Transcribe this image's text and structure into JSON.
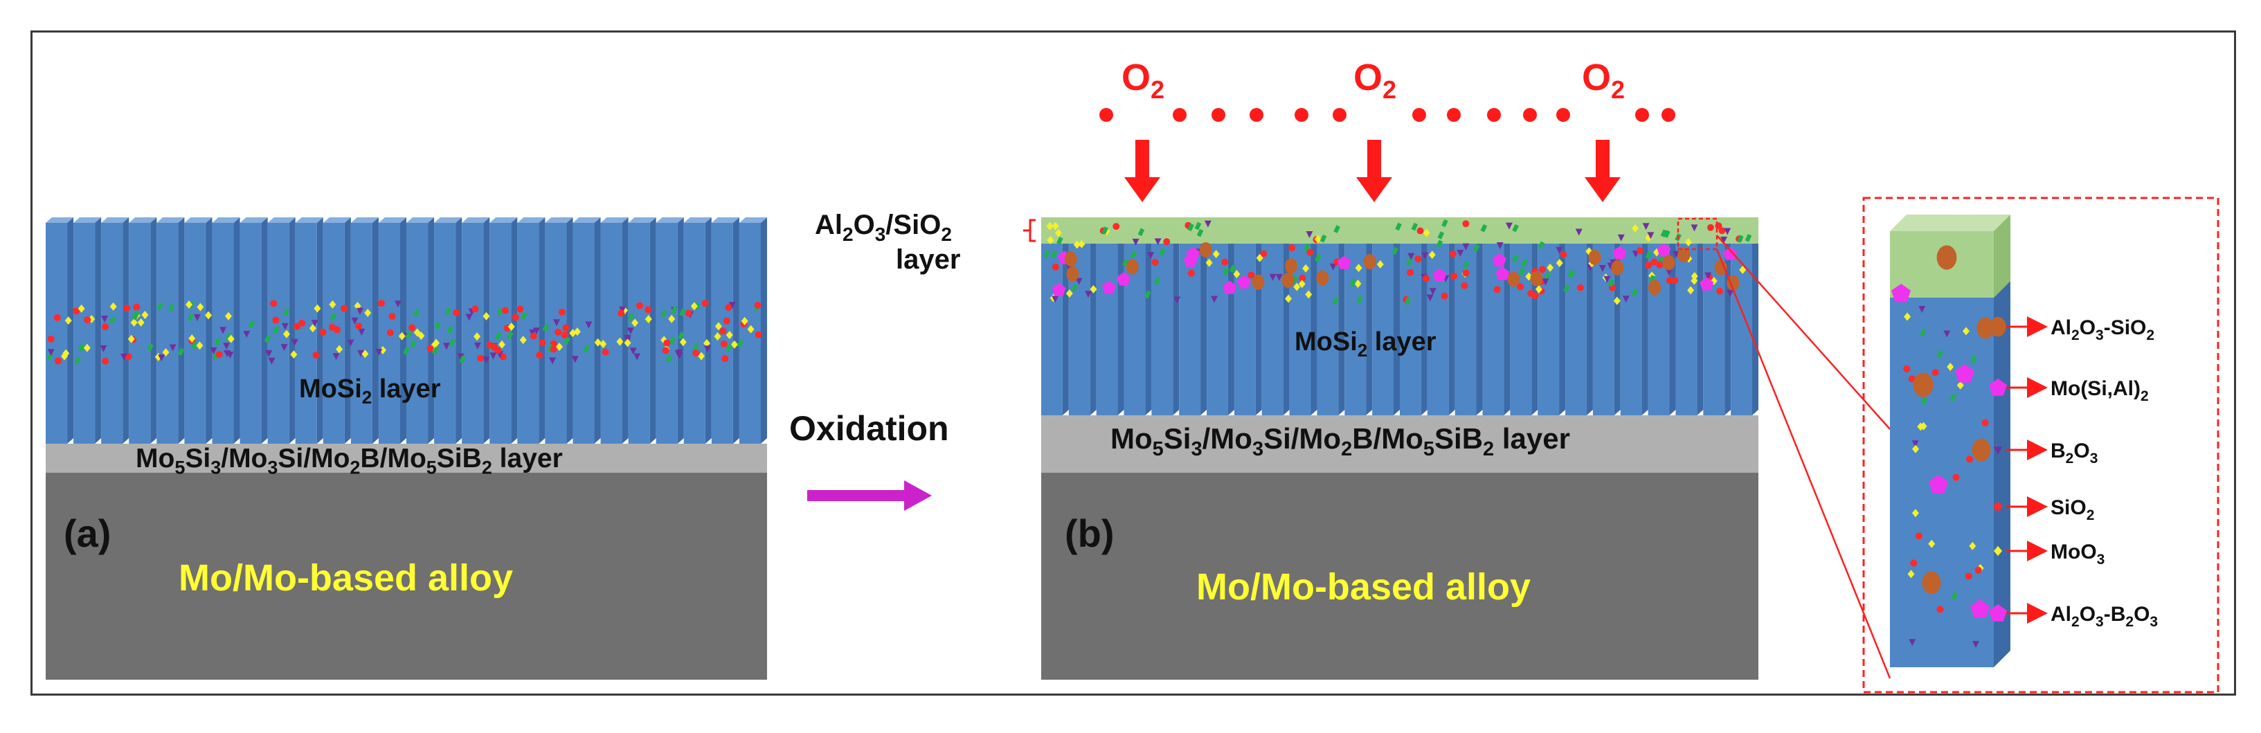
{
  "panel_a": {
    "letter": "(a)",
    "mosi2_layer": "MoSi",
    "mosi2_layer_sub": "2",
    "mosi2_layer_suffix": " layer",
    "interlayer": [
      {
        "t": "Mo",
        "s": ""
      },
      {
        "t": "5",
        "s": "sub"
      },
      {
        "t": "Si",
        "s": ""
      },
      {
        "t": "3",
        "s": "sub"
      },
      {
        "t": "/Mo",
        "s": ""
      },
      {
        "t": "3",
        "s": "sub"
      },
      {
        "t": "Si/Mo",
        "s": ""
      },
      {
        "t": "2",
        "s": "sub"
      },
      {
        "t": "B/Mo",
        "s": ""
      },
      {
        "t": "5",
        "s": "sub"
      },
      {
        "t": "SiB",
        "s": ""
      },
      {
        "t": "2",
        "s": "sub"
      },
      {
        "t": " layer",
        "s": ""
      }
    ],
    "substrate": "Mo/Mo-based alloy"
  },
  "arrow_label": "Oxidation",
  "panel_b": {
    "letter": "(b)",
    "oxygen_label": "O",
    "oxygen_sub": "2",
    "scale_layer_line1": [
      {
        "t": "Al",
        "s": ""
      },
      {
        "t": "2",
        "s": "sub"
      },
      {
        "t": "O",
        "s": ""
      },
      {
        "t": "3",
        "s": "sub"
      },
      {
        "t": "/SiO",
        "s": ""
      },
      {
        "t": "2",
        "s": "sub"
      }
    ],
    "scale_layer_line2": "layer",
    "mosi2_layer": "MoSi",
    "mosi2_layer_sub": "2",
    "mosi2_layer_suffix": " layer",
    "interlayer": [
      {
        "t": "Mo",
        "s": ""
      },
      {
        "t": "5",
        "s": "sub"
      },
      {
        "t": "Si",
        "s": ""
      },
      {
        "t": "3",
        "s": "sub"
      },
      {
        "t": "/Mo",
        "s": ""
      },
      {
        "t": "3",
        "s": "sub"
      },
      {
        "t": "Si/Mo",
        "s": ""
      },
      {
        "t": "2",
        "s": "sub"
      },
      {
        "t": "B/Mo",
        "s": ""
      },
      {
        "t": "5",
        "s": "sub"
      },
      {
        "t": "SiB",
        "s": ""
      },
      {
        "t": "2",
        "s": "sub"
      },
      {
        "t": " layer",
        "s": ""
      }
    ],
    "substrate": "Mo/Mo-based alloy"
  },
  "inset_legend": [
    {
      "parts": [
        {
          "t": "Al",
          "s": ""
        },
        {
          "t": "2",
          "s": "sub"
        },
        {
          "t": "O",
          "s": ""
        },
        {
          "t": "3",
          "s": "sub"
        },
        {
          "t": "-SiO",
          "s": ""
        },
        {
          "t": "2",
          "s": "sub"
        }
      ],
      "marker": "brown-hexagon"
    },
    {
      "parts": [
        {
          "t": "Mo(Si,Al)",
          "s": ""
        },
        {
          "t": "2",
          "s": "sub"
        }
      ],
      "marker": "magenta-pentagon"
    },
    {
      "parts": [
        {
          "t": "B",
          "s": ""
        },
        {
          "t": "2",
          "s": "sub"
        },
        {
          "t": "O",
          "s": ""
        },
        {
          "t": "3",
          "s": "sub"
        }
      ],
      "marker": "purple-triangle"
    },
    {
      "parts": [
        {
          "t": "SiO",
          "s": ""
        },
        {
          "t": "2",
          "s": "sub"
        }
      ],
      "marker": "red-dot"
    },
    {
      "parts": [
        {
          "t": "MoO",
          "s": ""
        },
        {
          "t": "3",
          "s": "sub"
        }
      ],
      "marker": "yellow-diamond"
    },
    {
      "parts": [
        {
          "t": "Al",
          "s": ""
        },
        {
          "t": "2",
          "s": "sub"
        },
        {
          "t": "O",
          "s": ""
        },
        {
          "t": "3",
          "s": "sub"
        },
        {
          "t": "-B",
          "s": ""
        },
        {
          "t": "2",
          "s": "sub"
        },
        {
          "t": "O",
          "s": ""
        },
        {
          "t": "3",
          "s": "sub"
        }
      ],
      "marker": "magenta-square"
    }
  ],
  "colors": {
    "column_face": "#4f86c6",
    "column_side": "#3c6aa6",
    "column_top": "#86aede",
    "interlayer": "#b0b0b0",
    "substrate": "#707070",
    "scale_layer": "#a9d18e",
    "substrate_text": "#ffff33",
    "oxygen": "#ff1a1a",
    "arrow": "#cc22cc",
    "inset_border": "#ff2020",
    "particle_red": "#ff2a2a",
    "particle_green": "#20b050",
    "particle_yellow": "#f4f02a",
    "particle_purple": "#7030a0",
    "particle_brown": "#c0622a",
    "particle_magenta": "#ee33ee"
  }
}
